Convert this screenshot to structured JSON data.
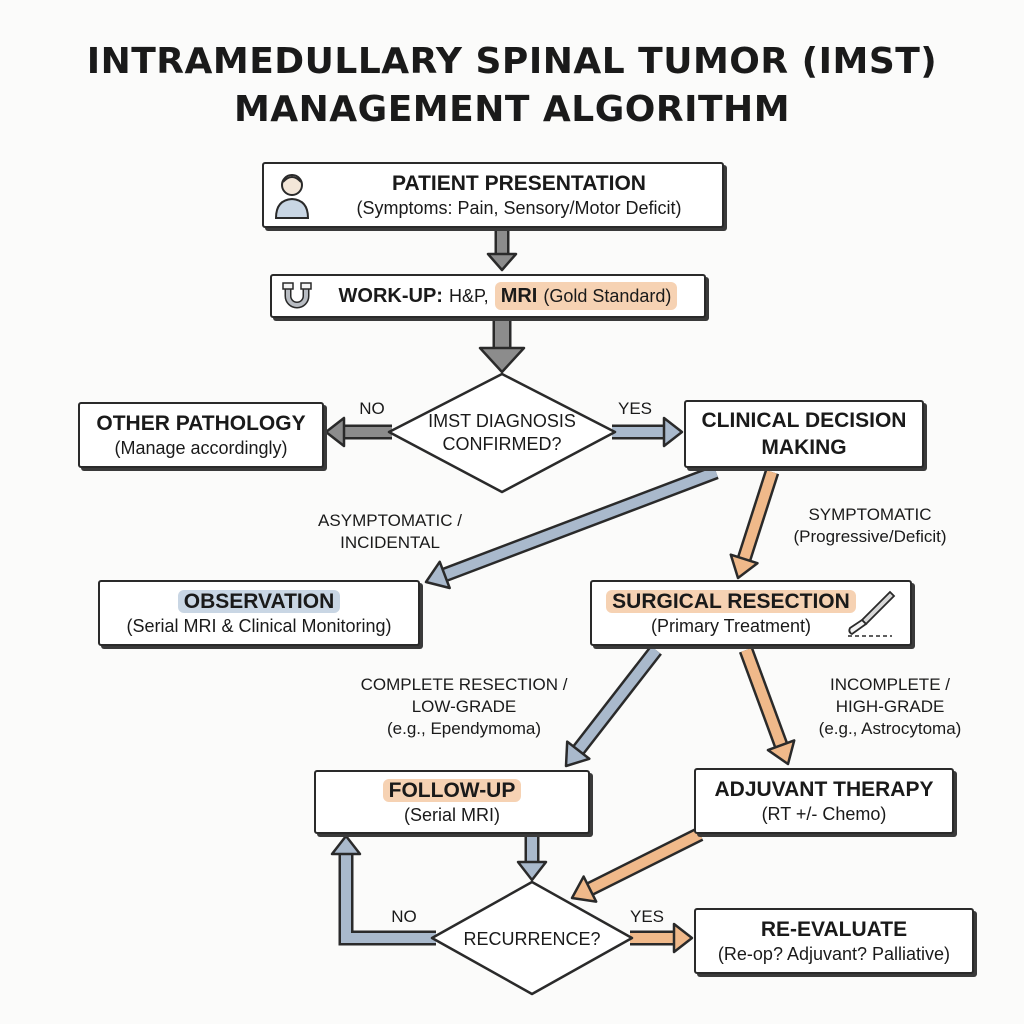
{
  "title": {
    "line1": "INTRAMEDULLARY SPINAL TUMOR (IMST)",
    "line2": "MANAGEMENT ALGORITHM"
  },
  "nodes": {
    "presentation": {
      "heading": "PATIENT PRESENTATION",
      "sub": "(Symptoms: Pain, Sensory/Motor Deficit)",
      "icon": "patient-icon"
    },
    "workup": {
      "prefix": "WORK-UP:",
      "text": "H&P,",
      "highlight": "MRI",
      "highlight_rest": "(Gold Standard)",
      "icon": "magnet-icon"
    },
    "diagnosis": {
      "line1": "IMST DIAGNOSIS",
      "line2": "CONFIRMED?"
    },
    "other_pathology": {
      "heading": "OTHER PATHOLOGY",
      "sub": "(Manage accordingly)"
    },
    "clinical_decision": {
      "line1": "CLINICAL DECISION",
      "line2": "MAKING"
    },
    "observation": {
      "heading": "OBSERVATION",
      "sub": "(Serial MRI & Clinical Monitoring)"
    },
    "surgical_resection": {
      "heading": "SURGICAL RESECTION",
      "sub": "(Primary Treatment)",
      "icon": "scalpel-icon"
    },
    "follow_up": {
      "heading": "FOLLOW-UP",
      "sub": "(Serial MRI)"
    },
    "adjuvant_therapy": {
      "heading": "ADJUVANT THERAPY",
      "sub": "(RT +/- Chemo)"
    },
    "recurrence": {
      "text": "RECURRENCE?"
    },
    "re_evaluate": {
      "heading": "RE-EVALUATE",
      "sub": "(Re-op? Adjuvant? Palliative)"
    }
  },
  "edge_labels": {
    "diag_no": "NO",
    "diag_yes": "YES",
    "asymptomatic": [
      "ASYMPTOMATIC /",
      "INCIDENTAL"
    ],
    "symptomatic": [
      "SYMPTOMATIC",
      "(Progressive/Deficit)"
    ],
    "complete": [
      "COMPLETE RESECTION /",
      "LOW-GRADE",
      "(e.g., Ependymoma)"
    ],
    "incomplete": [
      "INCOMPLETE /",
      "HIGH-GRADE",
      "(e.g., Astrocytoma)"
    ],
    "rec_no": "NO",
    "rec_yes": "YES"
  },
  "colors": {
    "gray_arrow": "#8c8c8c",
    "blue_arrow": "#a9b9cc",
    "orange_arrow": "#f0b98a",
    "outline": "#2a2a2a",
    "orange_highlight": "#f6d2b3",
    "blue_highlight": "#c9d6e4"
  }
}
